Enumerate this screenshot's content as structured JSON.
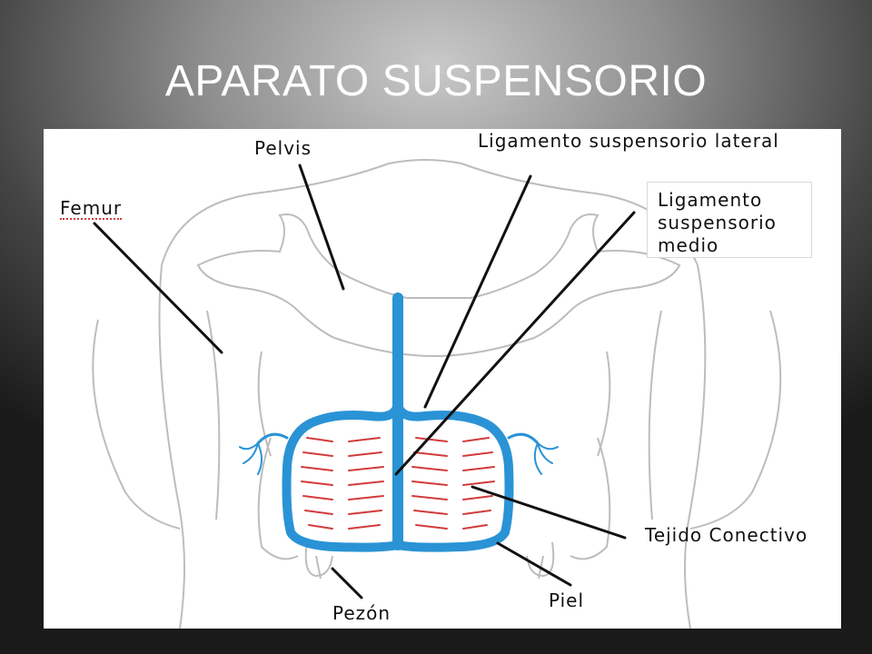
{
  "slide": {
    "title": "APARATO SUSPENSORIO"
  },
  "diagram": {
    "labels": {
      "femur": "Femur",
      "pelvis": "Pelvis",
      "ligamento_lateral": "Ligamento suspensorio  lateral",
      "ligamento_medio": "Ligamento suspensorio medio",
      "tejido_conectivo": "Tejido Conectivo",
      "pezon": "Pezón",
      "piel": "Piel"
    },
    "colors": {
      "ligament": "#2a93d5",
      "connective_tissue": "#d23b3b",
      "outline": "#b8b8b8",
      "leader_line": "#111111"
    }
  }
}
